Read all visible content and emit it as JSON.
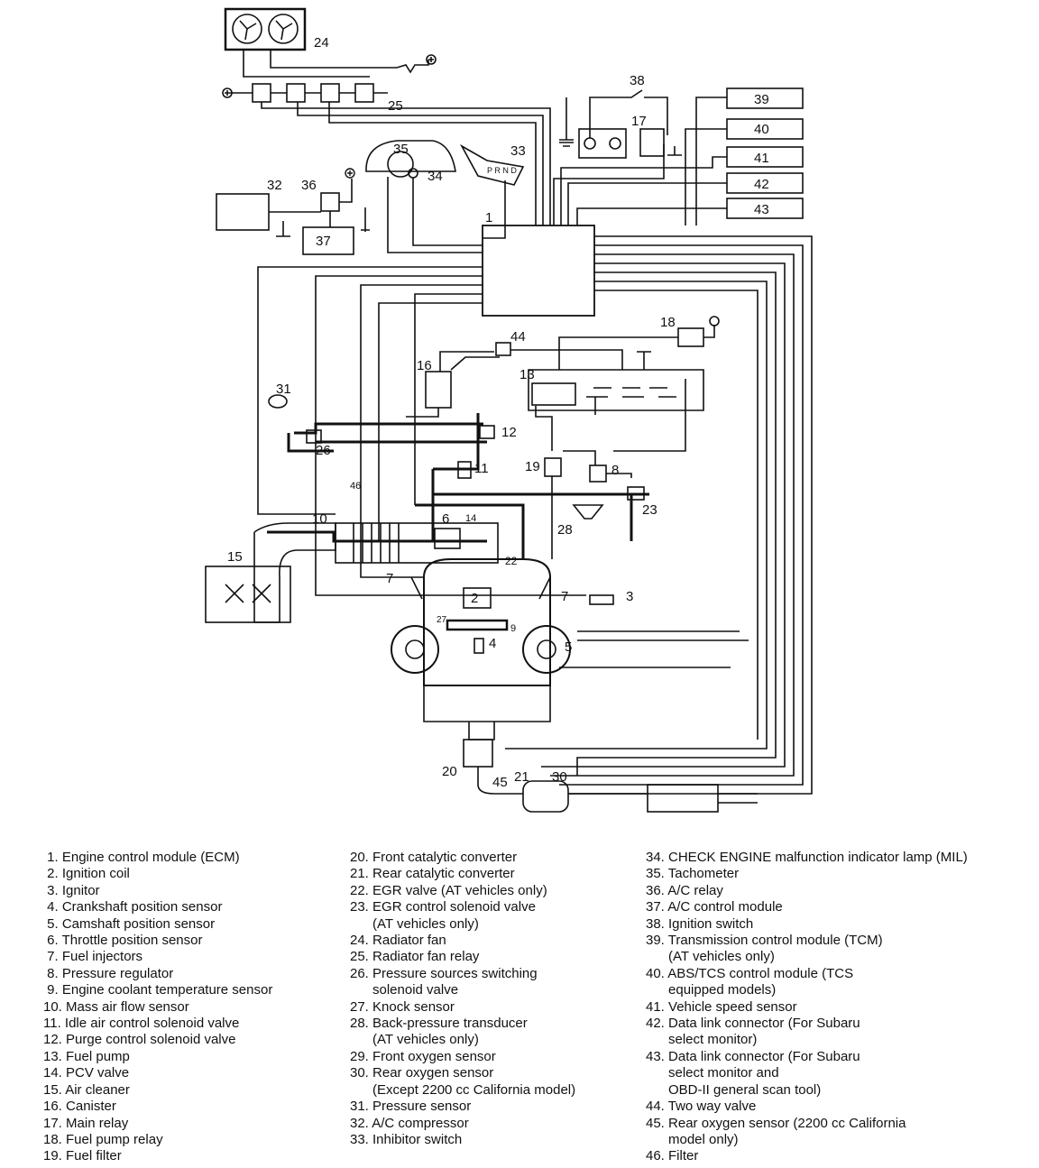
{
  "diagram": {
    "callouts": {
      "c1": "1",
      "c2": "2",
      "c3": "3",
      "c4": "4",
      "c5": "5",
      "c6": "6",
      "c7a": "7",
      "c7b": "7",
      "c8": "8",
      "c9": "9",
      "c10": "10",
      "c11": "11",
      "c12": "12",
      "c13": "13",
      "c14": "14",
      "c15": "15",
      "c16": "16",
      "c17": "17",
      "c18": "18",
      "c19": "19",
      "c20": "20",
      "c21": "21",
      "c22": "22",
      "c23": "23",
      "c24": "24",
      "c25": "25",
      "c26": "26",
      "c27": "27",
      "c28": "28",
      "c30": "30",
      "c31": "31",
      "c32": "32",
      "c33": "33",
      "c34": "34",
      "c35": "35",
      "c36": "36",
      "c37": "37",
      "c38": "38",
      "c39": "39",
      "c40": "40",
      "c41": "41",
      "c42": "42",
      "c43": "43",
      "c44": "44",
      "c45": "45",
      "c46": "46"
    },
    "shift_positions": "P R N D"
  },
  "legend": {
    "col1": [
      " 1. Engine control module (ECM)",
      " 2. Ignition coil",
      " 3. Ignitor",
      " 4. Crankshaft position sensor",
      " 5. Camshaft position sensor",
      " 6. Throttle position sensor",
      " 7. Fuel injectors",
      " 8. Pressure regulator",
      " 9. Engine coolant temperature sensor",
      "10. Mass air flow sensor",
      "11. Idle air control solenoid valve",
      "12. Purge control solenoid valve",
      "13. Fuel pump",
      "14. PCV valve",
      "15. Air cleaner",
      "16. Canister",
      "17. Main relay",
      "18. Fuel pump relay",
      "19. Fuel filter"
    ],
    "col2": [
      "20. Front catalytic converter",
      "21. Rear catalytic converter",
      "22. EGR valve (AT vehicles only)",
      "23. EGR control solenoid valve",
      "      (AT vehicles only)",
      "24. Radiator fan",
      "25. Radiator fan relay",
      "26. Pressure sources switching",
      "      solenoid valve",
      "27. Knock sensor",
      "28. Back-pressure transducer",
      "      (AT vehicles only)",
      "29. Front oxygen sensor",
      "30. Rear oxygen sensor",
      "      (Except 2200 cc California model)",
      "31. Pressure sensor",
      "32. A/C compressor",
      "33. Inhibitor switch"
    ],
    "col3": [
      "34. CHECK ENGINE malfunction indicator lamp (MIL)",
      "35. Tachometer",
      "36. A/C relay",
      "37. A/C control module",
      "38. Ignition switch",
      "39. Transmission control module (TCM)",
      "      (AT vehicles only)",
      "40. ABS/TCS control module (TCS",
      "      equipped models)",
      "41. Vehicle speed sensor",
      "42. Data link connector (For Subaru",
      "      select monitor)",
      "43. Data link connector (For Subaru",
      "      select monitor and",
      "      OBD-II general scan tool)",
      "44. Two way valve",
      "45. Rear oxygen sensor (2200 cc California",
      "      model only)",
      "46. Filter"
    ]
  }
}
